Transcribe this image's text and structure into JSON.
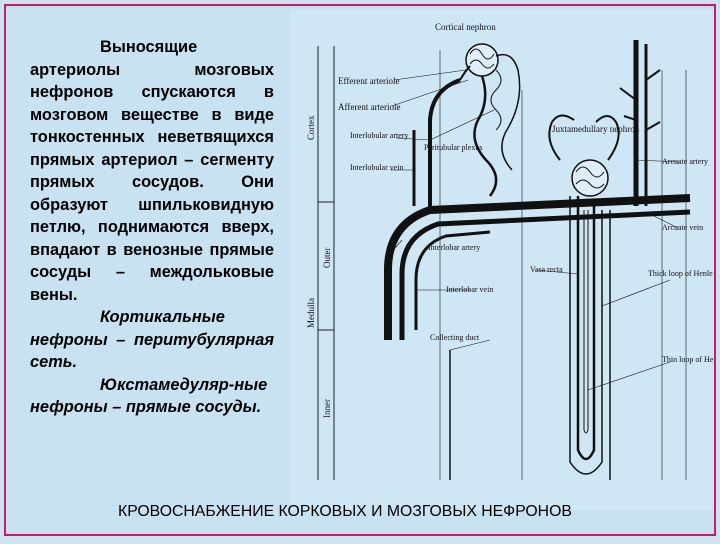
{
  "body_text": {
    "p1": "Выносящие артериолы мозговых нефронов спускаются в мозговом веществе в виде тонкостенных неветвящихся прямых артериол – сегменту прямых сосудов. Они образуют шпильковидную петлю, поднимаются вверх, впадают в венозные прямые сосуды – междольковые вены.",
    "p2": "Кортикальные нефроны – перитубулярная сеть.",
    "p3": "Юкстамедуляр-ные нефроны – прямые сосуды."
  },
  "caption": "КРОВОСНАБЖЕНИЕ КОРКОВЫХ И МОЗГОВЫХ НЕФРОНОВ",
  "diagram": {
    "labels": {
      "cortical_nephron": "Cortical nephron",
      "efferent_arteriole": "Efferent arteriole",
      "afferent_arteriole": "Afferent arteriole",
      "juxtamedullary_nephron": "Juxtamedullary nephron",
      "interlobular_artery": "Interlobular artery",
      "peritubular_plexus": "Peritubular plexus",
      "interlobular_vein": "Interlobular vein",
      "arcuate_artery": "Arcuate artery",
      "arcuate_vein": "Arcuate vein",
      "interlobar_artery": "Interlobar artery",
      "vasa_recta": "Vasa recta",
      "interlobar_vein": "Interlobar vein",
      "thick_loop": "Thick loop of Henle",
      "collecting_duct": "Collecting duct",
      "thin_loop": "Thin loop of Henle"
    },
    "zones": {
      "cortex": "Cortex",
      "outer": "Outer",
      "medulla": "Medulla",
      "inner": "Inner"
    }
  },
  "colors": {
    "slide_bg": "#c9e2f2",
    "border": "#c81a6a",
    "ink": "#111111"
  }
}
